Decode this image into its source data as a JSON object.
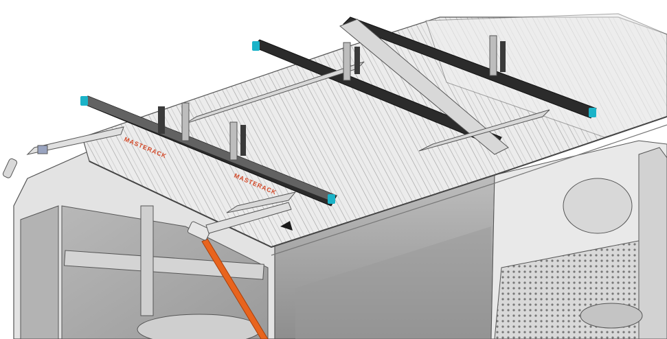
{
  "image": {
    "kind": "cad-render",
    "palette": {
      "background": "#ffffff",
      "body_light": "#e9e9e9",
      "body_mid": "#cfcfcf",
      "body_shadow": "#8c8c8c",
      "glass": "#a9a9a9",
      "rail_dark": "#2b2b2b",
      "bar_light": "#d8d8d8",
      "end_cap": "#1bb3c8",
      "tool_pole": "#e8641e",
      "logo_red": "#d24a2a"
    },
    "branding": [
      "MASTERACK",
      "MASTERACK"
    ]
  }
}
